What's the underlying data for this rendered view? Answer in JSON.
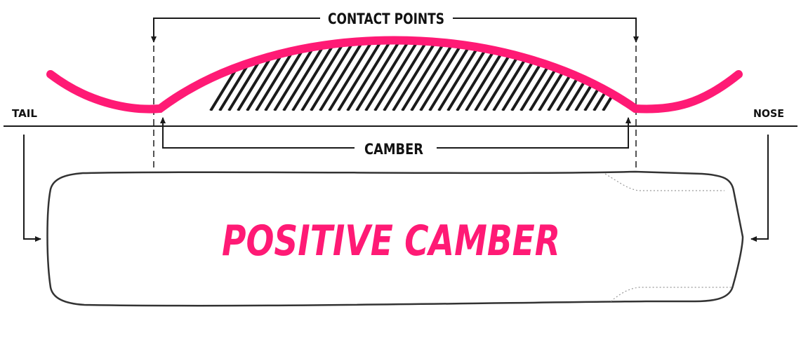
{
  "labels": {
    "contact_points": "CONTACT POINTS",
    "camber": "CAMBER",
    "tail": "TAIL",
    "nose": "NOSE",
    "profile_name": "POSITIVE CAMBER"
  },
  "colors": {
    "accent": "#ff1a75",
    "ink": "#1a1a1a",
    "background": "#ffffff"
  }
}
